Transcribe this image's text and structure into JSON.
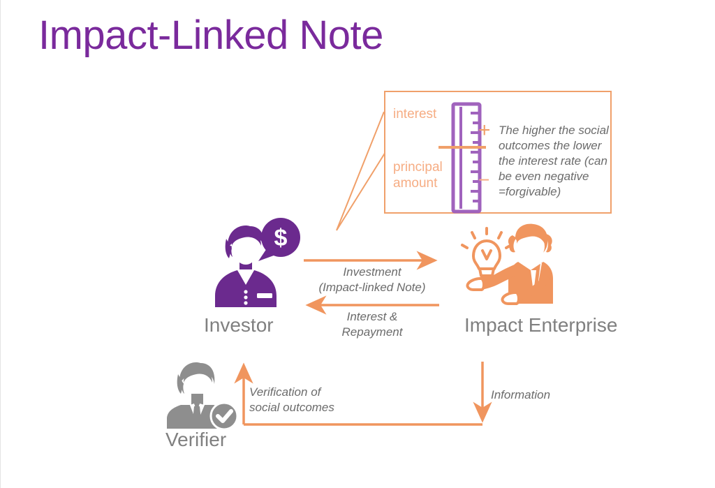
{
  "slide": {
    "title": "Impact-Linked Note",
    "title_color": "#7a2a9c",
    "background": "#ffffff",
    "accent_orange": "#f0a06a",
    "accent_orange_light": "#f6ad84",
    "accent_purple": "#6b2a8e",
    "neutral_gray": "#8e8e8e",
    "text_gray": "#6b6b6b"
  },
  "callout": {
    "interest_label": "interest",
    "principal_label": "principal\namount",
    "plus_sign": "+",
    "minus_sign": "−",
    "description": "The higher the social outcomes the lower the interest rate (can be even negative =forgivable)",
    "description_lines": "The higher the social\noutcomes the lower\nthe interest rate (can\nbe even negative\n=forgivable)",
    "ruler_icon": "ruler-icon",
    "border_color": "#f0a06a"
  },
  "actors": {
    "investor": {
      "label": "Investor",
      "icon": "investor-person-with-money-speech-bubble-icon",
      "color": "#6b2a8e"
    },
    "enterprise": {
      "label": "Impact Enterprise",
      "icon": "entrepreneur-with-lightbulb-icon",
      "color": "#f0955e"
    },
    "verifier": {
      "label": "Verifier",
      "icon": "verifier-person-with-check-badge-icon",
      "color": "#8e8e8e"
    }
  },
  "flows": {
    "investment": {
      "label": "Investment\n(Impact-linked Note)",
      "direction": "investor-to-enterprise"
    },
    "repayment": {
      "label": "Interest &\nRepayment",
      "direction": "enterprise-to-investor"
    },
    "verification": {
      "label": "Verification of\nsocial outcomes",
      "direction": "verifier-to-investor"
    },
    "information": {
      "label": "Information",
      "direction": "enterprise-to-verifier"
    }
  }
}
